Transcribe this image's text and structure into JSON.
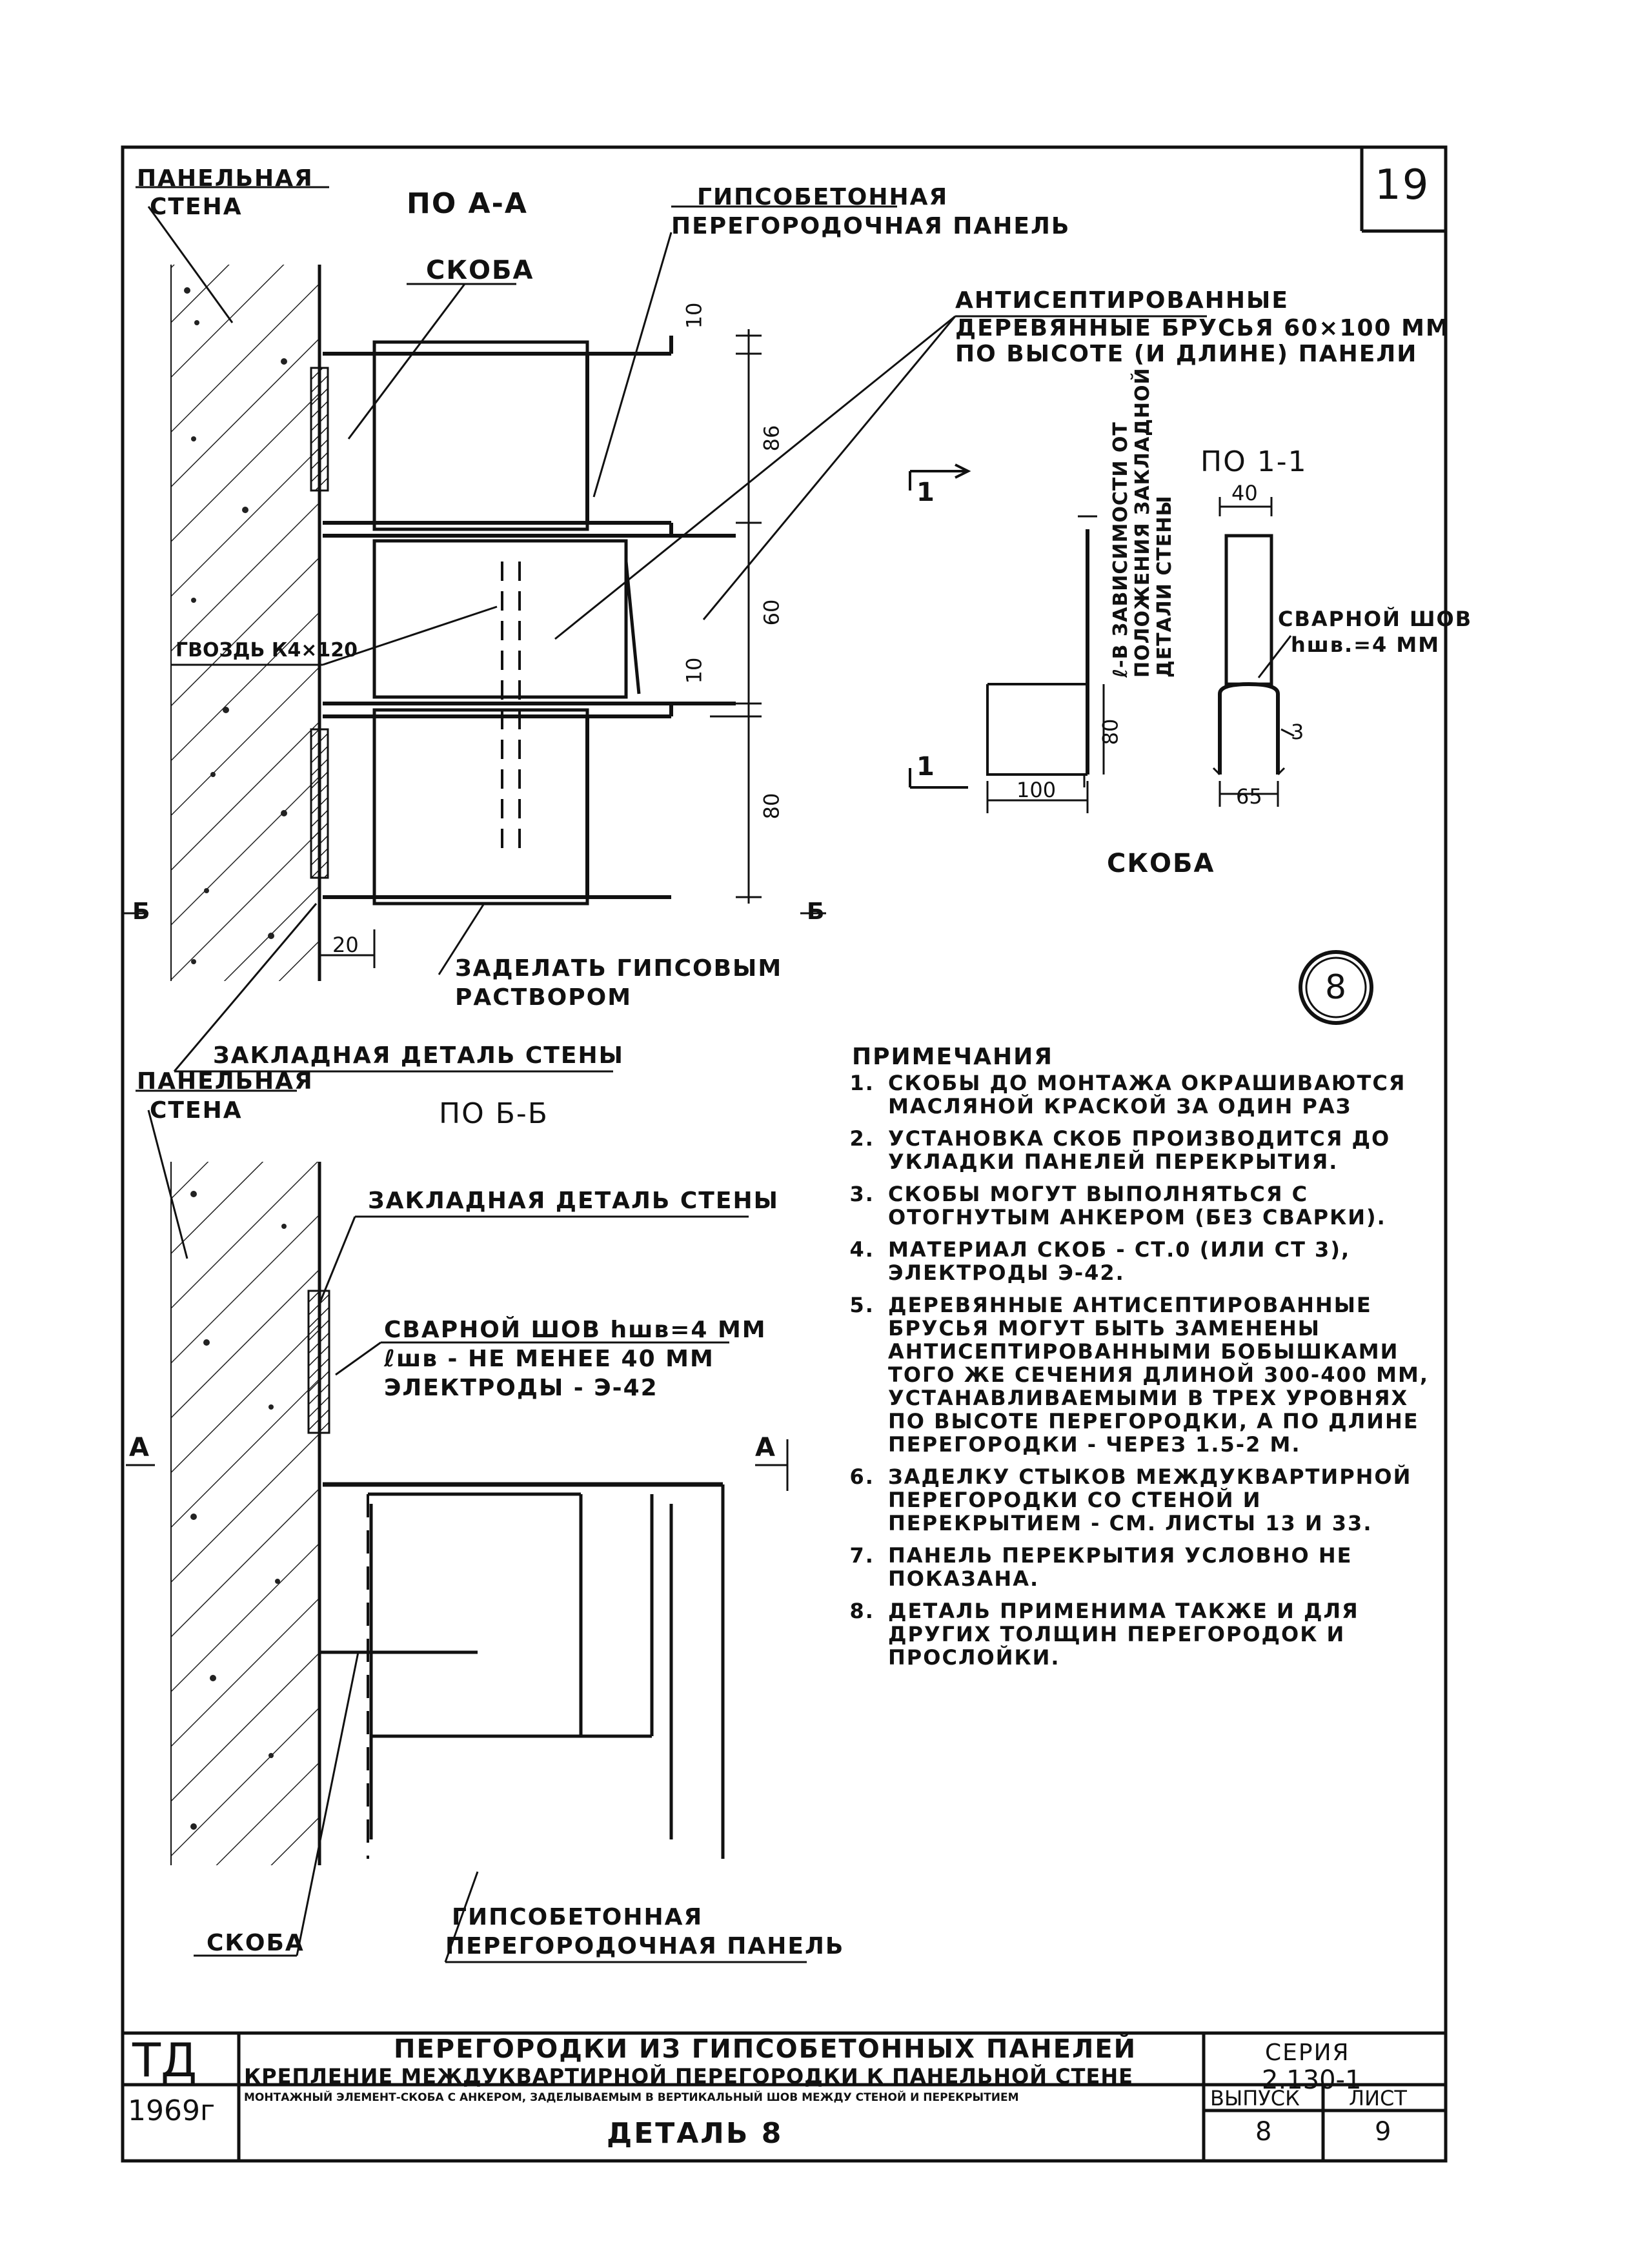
{
  "sheet_number": "19",
  "detail_number": "8",
  "section_aa": {
    "title": "ПО А-А",
    "wall_label": [
      "ПАНЕЛЬНАЯ",
      "СТЕНА"
    ],
    "panel_label": [
      "ГИПСОБЕТОННАЯ",
      "ПЕРЕГОРОДОЧНАЯ ПАНЕЛЬ"
    ],
    "bracket_label": "СКОБА",
    "beams_label": [
      "АНТИСЕПТИРОВАННЫЕ",
      "ДЕРЕВЯННЫЕ БРУСЬЯ 60×100 ММ",
      "ПО ВЫСОТЕ (И ДЛИНЕ) ПАНЕЛИ"
    ],
    "nail_label": "ГВОЗДЬ К4×120",
    "fill_label": [
      "ЗАДЕЛАТЬ ГИПСОВЫМ",
      "РАСТВОРОМ"
    ],
    "embedded_label": "ЗАКЛАДНАЯ ДЕТАЛЬ СТЕНЫ",
    "cut_mark": "Б",
    "dims": {
      "d10a": "10",
      "d86": "86",
      "d60": "60",
      "d10b": "10",
      "d80": "80",
      "d20": "20"
    }
  },
  "section_11": {
    "title": "ПО 1-1",
    "cut_mark": "1",
    "vertical_note": [
      "ℓ-В ЗАВИСИМОСТИ ОТ",
      "ПОЛОЖЕНИЯ ЗАКЛАДНОЙ",
      "ДЕТАЛИ СТЕНЫ"
    ],
    "weld_label": [
      "СВАРНОЙ ШОВ",
      "hшв.=4 ММ"
    ],
    "dims": {
      "d40": "40",
      "d80": "80",
      "d100": "100",
      "d65": "65",
      "d3": "3"
    },
    "caption": "СКОБА"
  },
  "section_bb": {
    "title": "ПО Б-Б",
    "wall_label": [
      "ПАНЕЛЬНАЯ",
      "СТЕНА"
    ],
    "embedded_label": "ЗАКЛАДНАЯ ДЕТАЛЬ СТЕНЫ",
    "weld_lines": [
      "СВАРНОЙ ШОВ hшв=4 ММ",
      "ℓшв - НЕ МЕНЕЕ 40 ММ",
      "ЭЛЕКТРОДЫ - Э-42"
    ],
    "cut_mark": "А",
    "bracket_label": "СКОБА",
    "panel_label": [
      "ГИПСОБЕТОННАЯ",
      "ПЕРЕГОРОДОЧНАЯ ПАНЕЛЬ"
    ]
  },
  "notes": {
    "title": "ПРИМЕЧАНИЯ",
    "items": [
      "СКОБЫ ДО МОНТАЖА ОКРАШИВАЮТСЯ МАСЛЯНОЙ КРАСКОЙ ЗА ОДИН РАЗ",
      "УСТАНОВКА СКОБ ПРОИЗВОДИТСЯ ДО УКЛАДКИ ПАНЕЛЕЙ ПЕРЕКРЫТИЯ.",
      "СКОБЫ МОГУТ ВЫПОЛНЯТЬСЯ С ОТОГНУТЫМ АНКЕРОМ (БЕЗ СВАРКИ).",
      "МАТЕРИАЛ СКОБ - СТ.0 (ИЛИ СТ 3), ЭЛЕКТРОДЫ Э-42.",
      "ДЕРЕВЯННЫЕ АНТИСЕПТИРОВАННЫЕ БРУСЬЯ МОГУТ БЫТЬ ЗАМЕНЕНЫ АНТИСЕПТИРОВАННЫМИ БОБЫШКАМИ ТОГО ЖЕ СЕЧЕНИЯ ДЛИНОЙ 300-400 ММ, УСТАНАВЛИВАЕМЫМИ В ТРЕХ УРОВНЯХ ПО ВЫСОТЕ ПЕРЕГОРОДКИ, А ПО ДЛИНЕ ПЕРЕГОРОДКИ - ЧЕРЕЗ 1.5-2 М.",
      "ЗАДЕЛКУ СТЫКОВ МЕЖДУКВАРТИРНОЙ ПЕРЕГОРОДКИ СО СТЕНОЙ И ПЕРЕКРЫТИЕМ - СМ. ЛИСТЫ 13 И 33.",
      "ПАНЕЛЬ ПЕРЕКРЫТИЯ УСЛОВНО НЕ ПОКАЗАНА.",
      "ДЕТАЛЬ ПРИМЕНИМА ТАКЖЕ И ДЛЯ ДРУГИХ ТОЛЩИН ПЕРЕГОРОДОК И ПРОСЛОЙКИ."
    ]
  },
  "title_block": {
    "org": "ТД",
    "year": "1969г",
    "title": "ПЕРЕГОРОДКИ ИЗ ГИПСОБЕТОННЫХ ПАНЕЛЕЙ",
    "subtitle": "КРЕПЛЕНИЕ МЕЖДУКВАРТИРНОЙ ПЕРЕГОРОДКИ К ПАНЕЛЬНОЙ СТЕНЕ",
    "subtitle2": "МОНТАЖНЫЙ ЭЛЕМЕНТ-СКОБА С АНКЕРОМ, ЗАДЕЛЫВАЕМЫМ В ВЕРТИКАЛЬНЫЙ ШОВ МЕЖДУ СТЕНОЙ И ПЕРЕКРЫТИЕМ",
    "detail": "ДЕТАЛЬ 8",
    "series_label": "СЕРИЯ",
    "series_value": "2.130-1",
    "issue_label": "ВЫПУСК",
    "issue_value": "8",
    "sheet_label": "ЛИСТ",
    "sheet_value": "9"
  }
}
